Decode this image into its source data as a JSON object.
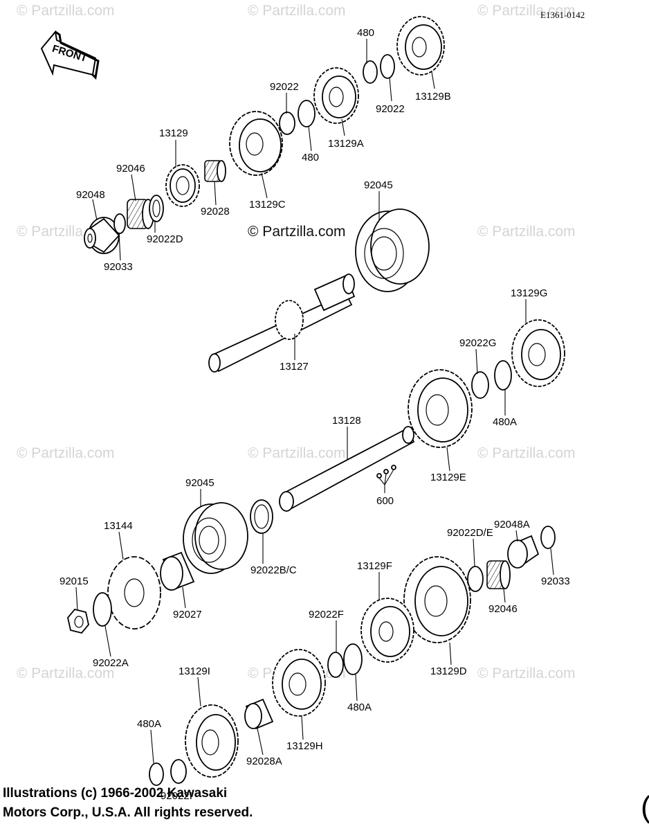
{
  "diagram_code": "E1361-0142",
  "front_label": "FRONT",
  "watermark": "© Partzilla.com",
  "watermark_center": "© Partzilla.com",
  "footer": {
    "line1": "Illustrations (c) 1966-2002 Kawasaki",
    "line2": "Motors Corp., U.S.A.  All rights reserved."
  },
  "edge_glyph": "(",
  "labels": {
    "l480_top": "480",
    "l92022_top": "92022",
    "l92022_b": "92022",
    "l13129B": "13129B",
    "l13129A": "13129A",
    "l480_b": "480",
    "l13129": "13129",
    "l92046": "92046",
    "l92048": "92048",
    "l92028": "92028",
    "l13129C": "13129C",
    "l92022D": "92022D",
    "l92033": "92033",
    "l92045_top": "92045",
    "l13127": "13127",
    "l13129G": "13129G",
    "l92022G": "92022G",
    "l480A_r": "480A",
    "l13128": "13128",
    "l600": "600",
    "l13129E": "13129E",
    "l92045_mid": "92045",
    "l92022BC": "92022B/C",
    "l13144": "13144",
    "l92015": "92015",
    "l92027": "92027",
    "l92022A": "92022A",
    "l92048A": "92048A",
    "l92022DE": "92022D/E",
    "l92033_r": "92033",
    "l13129F": "13129F",
    "l92046_r": "92046",
    "l92022F": "92022F",
    "l13129D": "13129D",
    "l480A_mid": "480A",
    "l13129I": "13129I",
    "l13129H": "13129H",
    "l92028A": "92028A",
    "l480A_bl": "480A",
    "l92022I": "92022I"
  }
}
